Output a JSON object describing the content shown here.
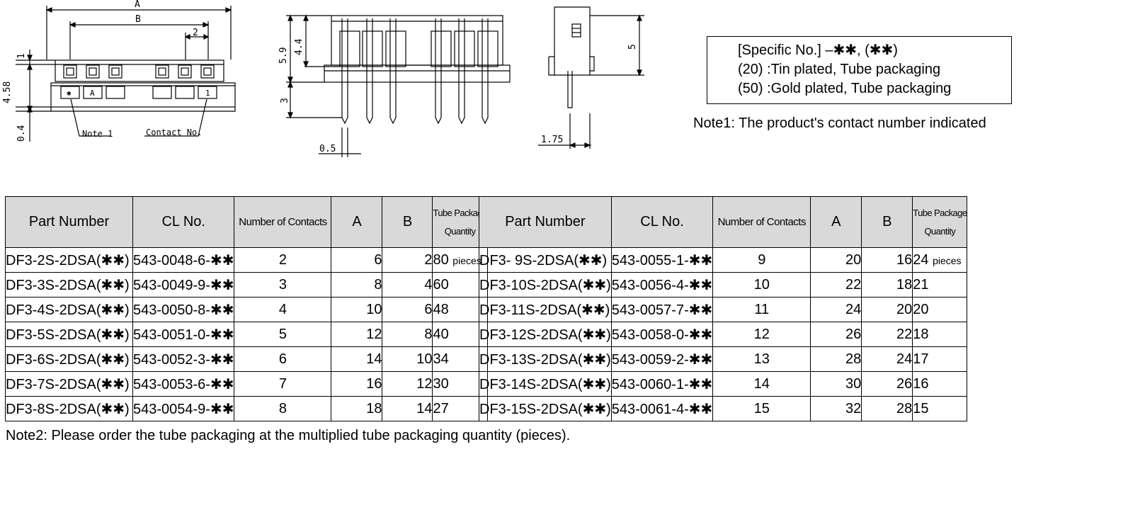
{
  "drawing": {
    "dims": {
      "A": "A",
      "B": "B",
      "pitch": "2",
      "one": "1",
      "h458": "4.58",
      "h04": "0.4",
      "h59": "5.9",
      "h44": "4.4",
      "h3": "3",
      "w05": "0.5",
      "h5": "5",
      "w175": "1.75"
    },
    "note1_callout": "Note 1",
    "contact_callout": "Contact No.",
    "markings": [
      "✱",
      "A",
      "1"
    ]
  },
  "spec": {
    "line1": "[Specific No.]  –✱✱, (✱✱)",
    "line2": "(20)  :Tin plated, Tube packaging",
    "line3": "(50)  :Gold plated, Tube packaging"
  },
  "note1": "Note1: The product's contact number indicated",
  "note2": "Note2: Please order the tube packaging at the multiplied tube packaging quantity (pieces).",
  "table_headers": {
    "part_number": "Part Number",
    "cl_no": "CL No.",
    "contacts": "Number of Contacts",
    "a": "A",
    "b": "B",
    "tube_1": "Tube Package",
    "tube_2": "Quantity"
  },
  "pieces_suffix": "pieces",
  "left_rows": [
    {
      "part": "DF3-2S-2DSA(✱✱)",
      "cl": "543-0048-6-✱✱",
      "n": "2",
      "a": "6",
      "b": "2",
      "q": "80"
    },
    {
      "part": "DF3-3S-2DSA(✱✱)",
      "cl": "543-0049-9-✱✱",
      "n": "3",
      "a": "8",
      "b": "4",
      "q": "60"
    },
    {
      "part": "DF3-4S-2DSA(✱✱)",
      "cl": "543-0050-8-✱✱",
      "n": "4",
      "a": "10",
      "b": "6",
      "q": "48"
    },
    {
      "part": "DF3-5S-2DSA(✱✱)",
      "cl": "543-0051-0-✱✱",
      "n": "5",
      "a": "12",
      "b": "8",
      "q": "40"
    },
    {
      "part": "DF3-6S-2DSA(✱✱)",
      "cl": "543-0052-3-✱✱",
      "n": "6",
      "a": "14",
      "b": "10",
      "q": "34"
    },
    {
      "part": "DF3-7S-2DSA(✱✱)",
      "cl": "543-0053-6-✱✱",
      "n": "7",
      "a": "16",
      "b": "12",
      "q": "30"
    },
    {
      "part": "DF3-8S-2DSA(✱✱)",
      "cl": "543-0054-9-✱✱",
      "n": "8",
      "a": "18",
      "b": "14",
      "q": "27"
    }
  ],
  "right_rows": [
    {
      "part": "DF3-  9S-2DSA(✱✱)",
      "cl": "543-0055-1-✱✱",
      "n": "9",
      "a": "20",
      "b": "16",
      "q": "24"
    },
    {
      "part": "DF3-10S-2DSA(✱✱)",
      "cl": "543-0056-4-✱✱",
      "n": "10",
      "a": "22",
      "b": "18",
      "q": "21"
    },
    {
      "part": "DF3-11S-2DSA(✱✱)",
      "cl": "543-0057-7-✱✱",
      "n": "11",
      "a": "24",
      "b": "20",
      "q": "20"
    },
    {
      "part": "DF3-12S-2DSA(✱✱)",
      "cl": "543-0058-0-✱✱",
      "n": "12",
      "a": "26",
      "b": "22",
      "q": "18"
    },
    {
      "part": "DF3-13S-2DSA(✱✱)",
      "cl": "543-0059-2-✱✱",
      "n": "13",
      "a": "28",
      "b": "24",
      "q": "17"
    },
    {
      "part": "DF3-14S-2DSA(✱✱)",
      "cl": "543-0060-1-✱✱",
      "n": "14",
      "a": "30",
      "b": "26",
      "q": "16"
    },
    {
      "part": "DF3-15S-2DSA(✱✱)",
      "cl": "543-0061-4-✱✱",
      "n": "15",
      "a": "32",
      "b": "28",
      "q": "15"
    }
  ]
}
